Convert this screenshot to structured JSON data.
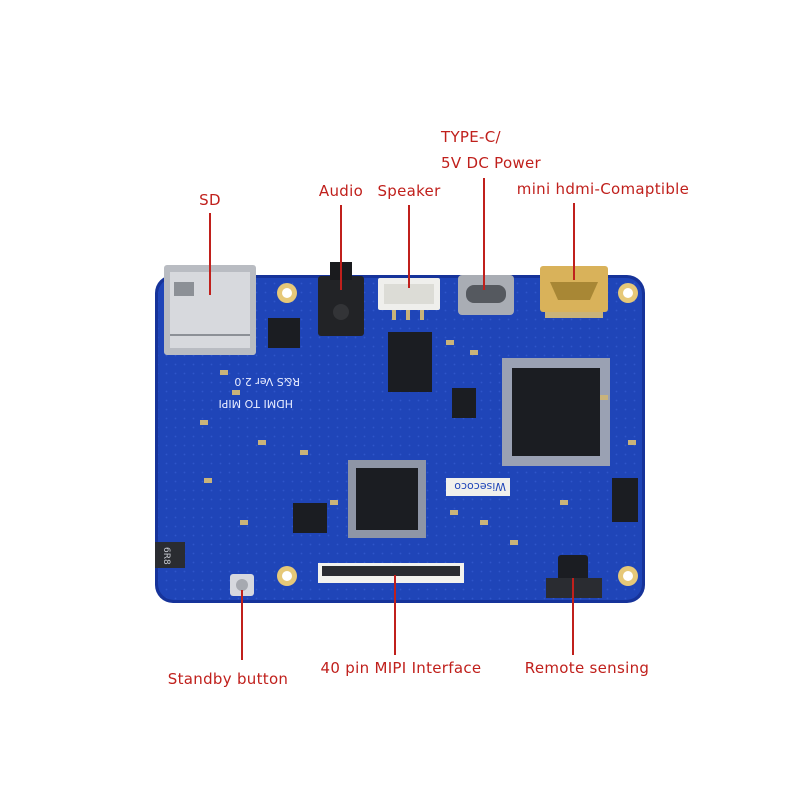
{
  "labels": {
    "sd": "SD",
    "audio": "Audio",
    "speaker": "Speaker",
    "typec_line1": "TYPE-C/",
    "typec_line2": "5V DC Power",
    "hdmi": "mini hdmi-Comaptible",
    "standby": "Standby button",
    "mipi": "40 pin MIPI Interface",
    "remote": "Remote sensing"
  },
  "silkscreen": {
    "version": "R&S Ver 2.0",
    "title": "HDMI TO MIPI",
    "brand": "Wisecoco",
    "inductor": "6R8"
  },
  "colors": {
    "pcb": "#1f45b8",
    "pcb_edge": "#16339a",
    "label": "#c0201c",
    "pointer": "#c0201c",
    "chip": "#1b1d22",
    "pad": "#c9b37a"
  }
}
